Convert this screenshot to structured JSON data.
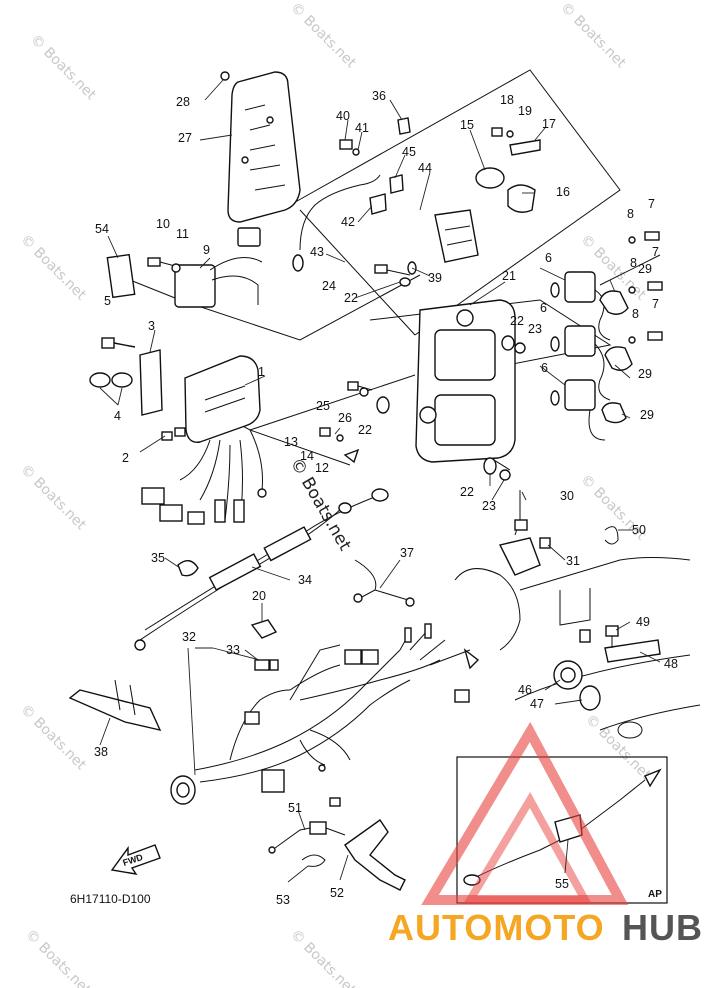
{
  "diagram": {
    "drawing_code": "6H17110-D100",
    "fwd_label": "FWD",
    "inset_label": "AP",
    "center_watermark": "© Boats.net",
    "corner_watermark": "© Boats.net",
    "brand_prefix": "AUTOMOTO",
    "brand_suffix": "HUB",
    "colors": {
      "brand_orange": "#f5a623",
      "brand_grey": "#555555",
      "logo_red": "#e8413d"
    },
    "callouts": [
      "1",
      "2",
      "3",
      "4",
      "5",
      "6",
      "6",
      "6",
      "7",
      "7",
      "7",
      "8",
      "8",
      "8",
      "9",
      "10",
      "11",
      "12",
      "13",
      "14",
      "15",
      "16",
      "17",
      "18",
      "19",
      "20",
      "21",
      "22",
      "22",
      "22",
      "22",
      "23",
      "23",
      "24",
      "25",
      "26",
      "27",
      "28",
      "29",
      "29",
      "29",
      "30",
      "31",
      "32",
      "33",
      "34",
      "35",
      "36",
      "37",
      "38",
      "39",
      "40",
      "41",
      "42",
      "43",
      "44",
      "45",
      "46",
      "47",
      "48",
      "49",
      "50",
      "51",
      "52",
      "53",
      "54",
      "55"
    ]
  }
}
